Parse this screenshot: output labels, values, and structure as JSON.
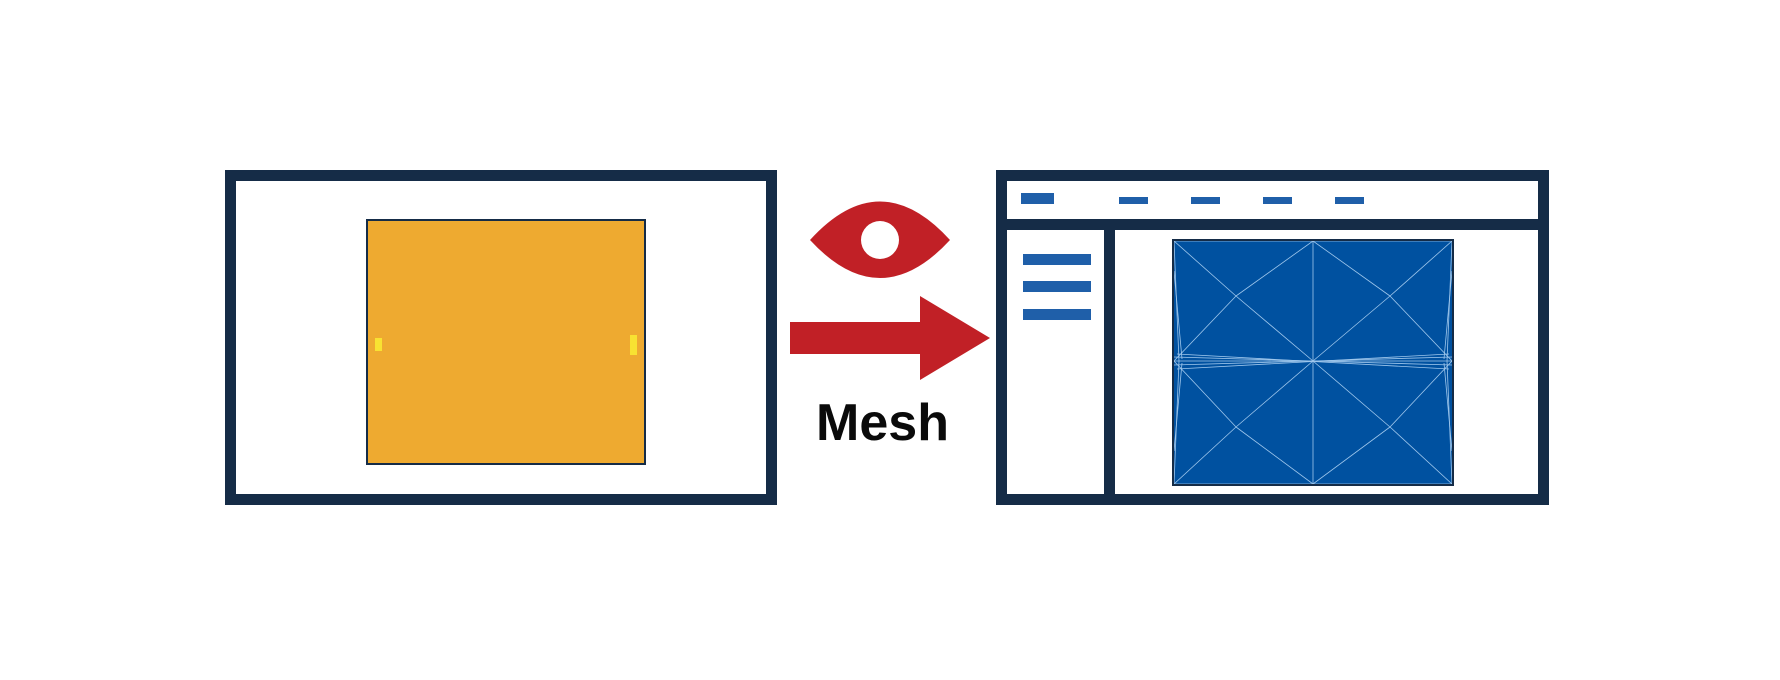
{
  "colors": {
    "frame": "#152c47",
    "source_fill": "#eeaa30",
    "pin": "#f8e232",
    "arrow": "#c12026",
    "ui_blue": "#1f5fa9",
    "mesh_fill": "#0051a0",
    "mesh_lines": "#9fc7ec"
  },
  "icons": {
    "eye": "eye-icon",
    "arrow": "arrow-right-icon"
  },
  "label": "Mesh",
  "nav_item_count": 4,
  "menu_line_count": 3
}
